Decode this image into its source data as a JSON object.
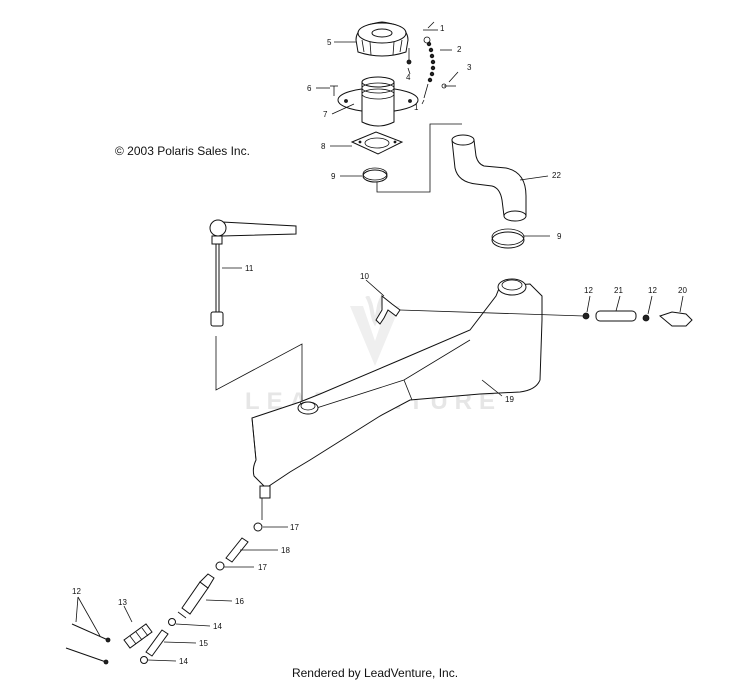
{
  "copyright": "© 2003 Polaris Sales Inc.",
  "footer": "Rendered by LeadVenture, Inc.",
  "watermark": "LEADVENTURE",
  "callouts": [
    {
      "id": "c1a",
      "text": "1"
    },
    {
      "id": "c2",
      "text": "2"
    },
    {
      "id": "c3",
      "text": "3"
    },
    {
      "id": "c4",
      "text": "4"
    },
    {
      "id": "c1b",
      "text": "1"
    },
    {
      "id": "c5",
      "text": "5"
    },
    {
      "id": "c6",
      "text": "6"
    },
    {
      "id": "c7",
      "text": "7"
    },
    {
      "id": "c8",
      "text": "8"
    },
    {
      "id": "c9a",
      "text": "9"
    },
    {
      "id": "c22",
      "text": "22"
    },
    {
      "id": "c9b",
      "text": "9"
    },
    {
      "id": "c11",
      "text": "11"
    },
    {
      "id": "c10",
      "text": "10"
    },
    {
      "id": "c12a",
      "text": "12"
    },
    {
      "id": "c21",
      "text": "21"
    },
    {
      "id": "c12b",
      "text": "12"
    },
    {
      "id": "c20",
      "text": "20"
    },
    {
      "id": "c19",
      "text": "19"
    },
    {
      "id": "c17a",
      "text": "17"
    },
    {
      "id": "c18",
      "text": "18"
    },
    {
      "id": "c17b",
      "text": "17"
    },
    {
      "id": "c16",
      "text": "16"
    },
    {
      "id": "c14a",
      "text": "14"
    },
    {
      "id": "c15",
      "text": "15"
    },
    {
      "id": "c14b",
      "text": "14"
    },
    {
      "id": "c13",
      "text": "13"
    },
    {
      "id": "c12c",
      "text": "12"
    }
  ]
}
